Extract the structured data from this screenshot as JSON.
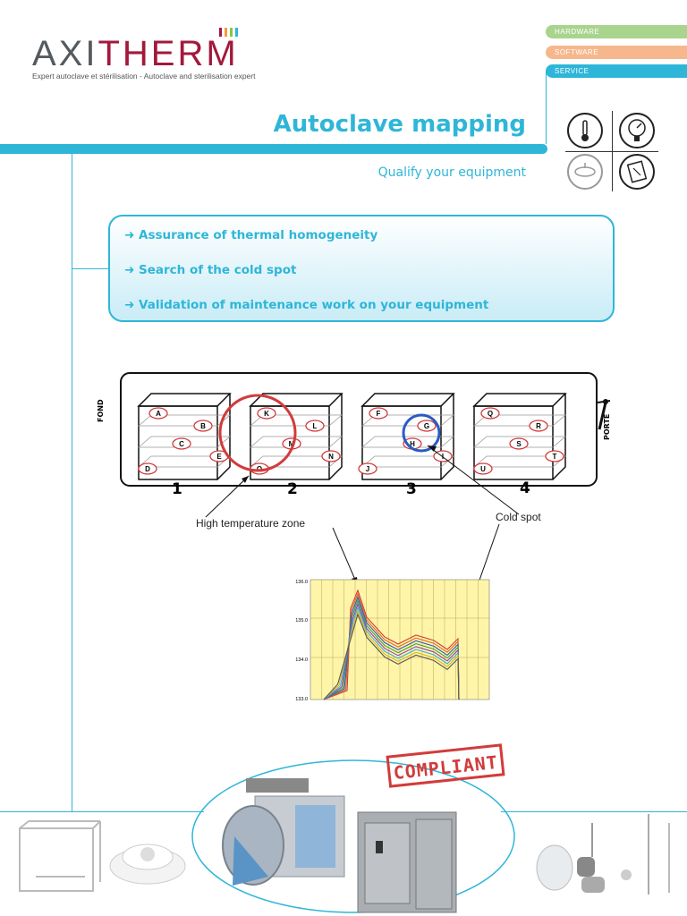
{
  "header": {
    "logo_axi": "AXI",
    "logo_therm": "THERM",
    "tagline": "Expert autoclave et stérilisation - Autoclave and sterilisation expert"
  },
  "tabs": [
    {
      "label": "HARDWARE",
      "color": "#a8d48e"
    },
    {
      "label": "SOFTWARE",
      "color": "#f7b78c"
    },
    {
      "label": "SERVICE",
      "color": "#2eb6d8"
    }
  ],
  "title": "Autoclave mapping",
  "subtitle": "Qualify your equipment",
  "benefits": [
    "➜ Assurance of thermal homogeneity",
    "➜ Search of the cold spot",
    "➜ Validation of maintenance work on your equipment"
  ],
  "diagram": {
    "left_label": "FOND",
    "right_label": "PORTE",
    "racks": [
      "1",
      "2",
      "3",
      "4"
    ],
    "probes": [
      [
        "A",
        "B",
        "C",
        "E",
        "D"
      ],
      [
        "K",
        "L",
        "M",
        "N",
        "O"
      ],
      [
        "F",
        "G",
        "H",
        "I",
        "J"
      ],
      [
        "Q",
        "R",
        "S",
        "T",
        "U"
      ]
    ],
    "high_temp_label": "High temperature zone",
    "cold_spot_label": "Cold spot"
  },
  "chart": {
    "y_ticks": [
      "136.0",
      "135.0",
      "134.0",
      "133.0"
    ]
  },
  "stamp": "COMPLIANT",
  "colors": {
    "accent": "#2eb6d8",
    "brand": "#a2193b",
    "alert": "#d23b3b"
  }
}
